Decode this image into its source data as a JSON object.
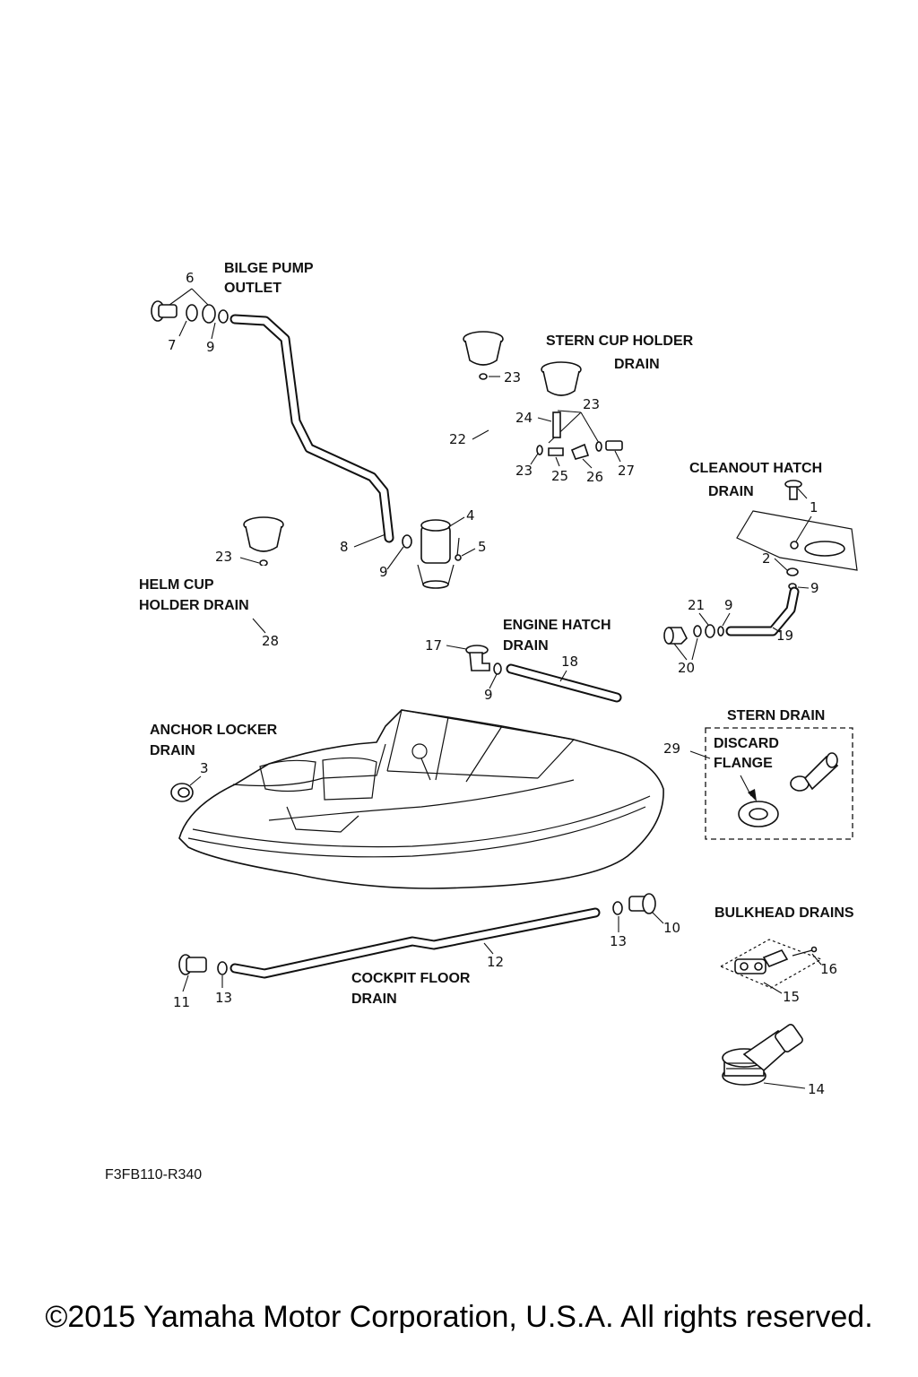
{
  "sections": {
    "bilge_pump_outlet": [
      "BILGE PUMP",
      "OUTLET"
    ],
    "stern_cup_holder_drain": [
      "STERN CUP HOLDER",
      "DRAIN"
    ],
    "cleanout_hatch_drain": [
      "CLEANOUT HATCH",
      "DRAIN"
    ],
    "helm_cup_holder_drain": [
      "HELM CUP",
      "HOLDER DRAIN"
    ],
    "engine_hatch_drain": [
      "ENGINE  HATCH",
      "DRAIN"
    ],
    "anchor_locker_drain": [
      "ANCHOR LOCKER",
      "DRAIN"
    ],
    "stern_drain": "STERN DRAIN",
    "discard_flange": [
      "DISCARD",
      "FLANGE"
    ],
    "bulkhead_drains": "BULKHEAD DRAINS",
    "cockpit_floor_drain": [
      "COCKPIT FLOOR",
      "DRAIN"
    ]
  },
  "callouts": {
    "c6": "6",
    "c7": "7",
    "c9a": "9",
    "c23a": "23",
    "c23b": "23",
    "c24": "24",
    "c22": "22",
    "c23c": "23",
    "c25": "25",
    "c26": "26",
    "c27": "27",
    "c1": "1",
    "c2": "2",
    "c9b": "9",
    "c21": "21",
    "c9c": "9",
    "c19": "19",
    "c20": "20",
    "c4": "4",
    "c5": "5",
    "c8": "8",
    "c9d": "9",
    "c23d": "23",
    "c28": "28",
    "c17": "17",
    "c18": "18",
    "c9e": "9",
    "c3": "3",
    "c29": "29",
    "c10": "10",
    "c13a": "13",
    "c12": "12",
    "c11": "11",
    "c13b": "13",
    "c16": "16",
    "c15": "15",
    "c14": "14"
  },
  "diagram_code": "F3FB110-R340",
  "copyright": "©2015 Yamaha Motor Corporation, U.S.A. All rights reserved."
}
